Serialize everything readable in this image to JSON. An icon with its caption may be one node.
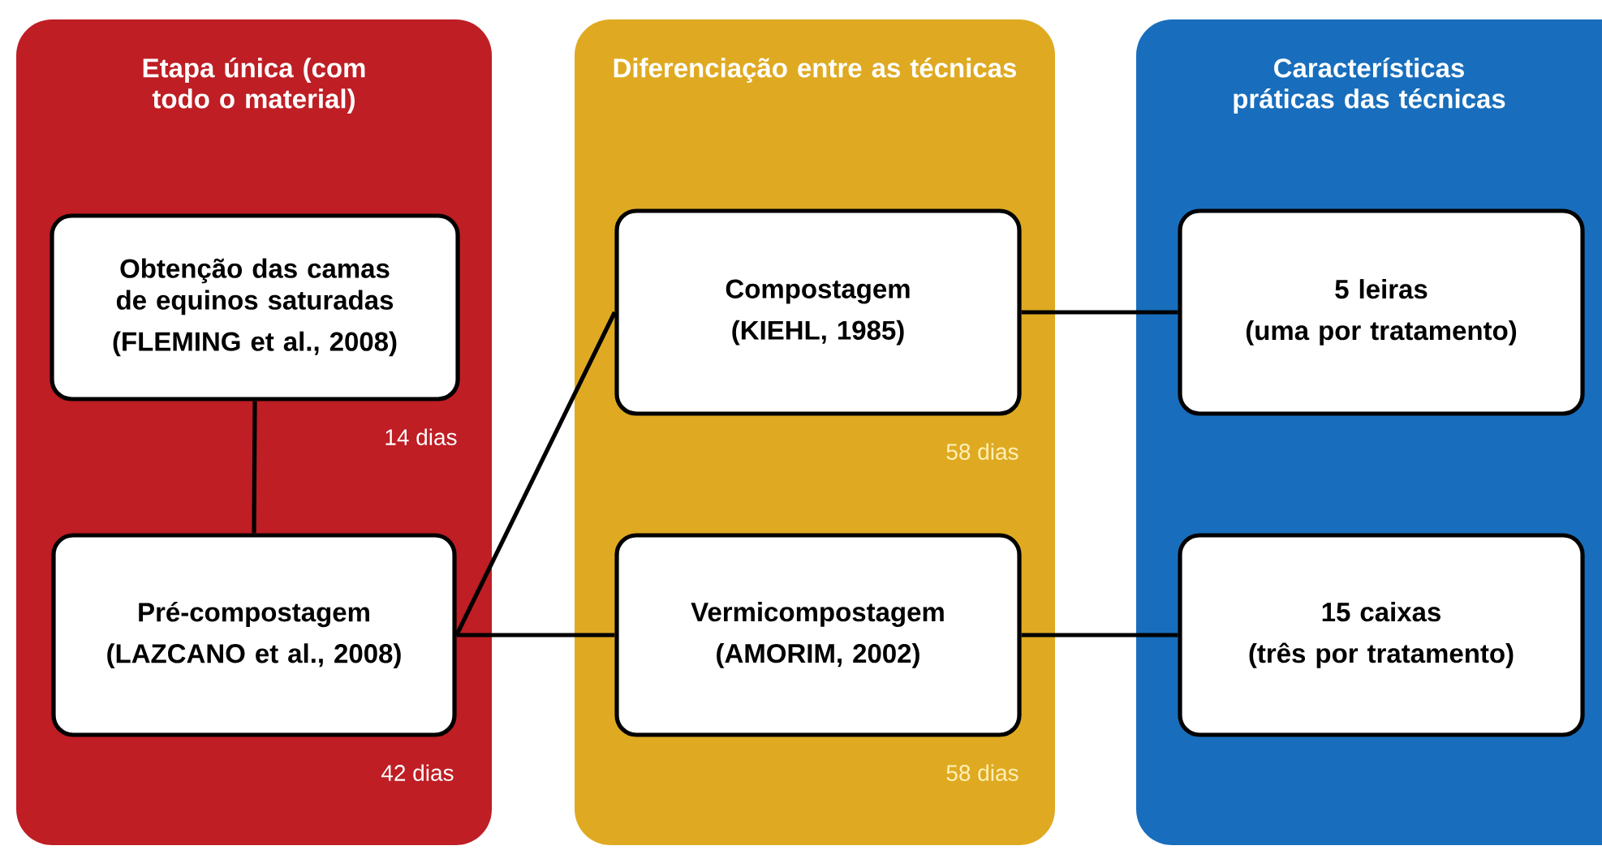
{
  "diagram": {
    "nodes": [
      {
        "text": [
          "Etapa única (com todo o material)"
        ]
      },
      {
        "text": [
          "Obtenção das camas de equinos saturadas",
          "(FLEMING et al., 2008)"
        ],
        "in": 0,
        "beside": [
          "14 dias"
        ]
      },
      {
        "text": [
          "Pré-compostagem",
          "(LAZCANO et al., 2008)"
        ],
        "in": 0,
        "beside": [
          "42 dias"
        ]
      },
      {
        "text": [
          "Diferenciação entre as técnicas"
        ]
      },
      {
        "text": [
          "Compostagem",
          "(KIEHL, 1985)"
        ],
        "in": 3,
        "beside": [
          "58 dias"
        ]
      },
      {
        "text": [
          "Vermicompostagem",
          "(AMORIM, 2002)"
        ],
        "in": 3,
        "beside": [
          "58 dias"
        ]
      },
      {
        "text": [
          "Características práticas das técnicas"
        ]
      },
      {
        "text": [
          "5 leiras",
          "(uma por tratamento)"
        ],
        "in": 6
      },
      {
        "text": [
          "15 caixas",
          "(três por tratamento)"
        ],
        "in": 6
      }
    ],
    "edges": [
      {
        "from": 1,
        "to": 2,
        "arrow": "none"
      },
      {
        "from": 2,
        "to": 4,
        "arrow": "none"
      },
      {
        "from": 2,
        "to": 5,
        "arrow": "none"
      },
      {
        "from": 4,
        "to": 7,
        "arrow": "none"
      },
      {
        "from": 5,
        "to": 8,
        "arrow": "none"
      }
    ]
  }
}
